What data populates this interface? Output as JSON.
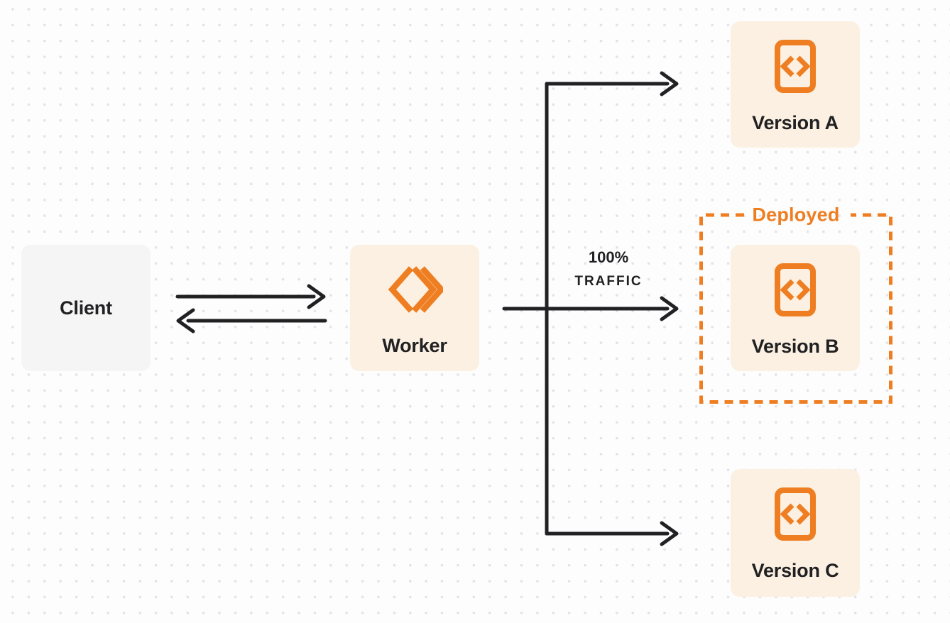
{
  "colors": {
    "orange": "#ee7e21",
    "cream": "#fbf0e1",
    "client_gray": "#f5f5f6",
    "ink": "#212124",
    "dot": "#e4e4e8",
    "background": "#fdfdfd"
  },
  "nodes": {
    "client": {
      "label": "Client"
    },
    "worker": {
      "label": "Worker",
      "icon": "workers-logo-icon"
    },
    "version_a": {
      "label": "Version A",
      "icon": "code-file-icon"
    },
    "version_b": {
      "label": "Version B",
      "icon": "code-file-icon"
    },
    "version_c": {
      "label": "Version C",
      "icon": "code-file-icon"
    }
  },
  "annotations": {
    "deployed": {
      "label": "Deployed"
    },
    "traffic": {
      "line1": "100%",
      "line2": "TRAFFIC"
    }
  }
}
